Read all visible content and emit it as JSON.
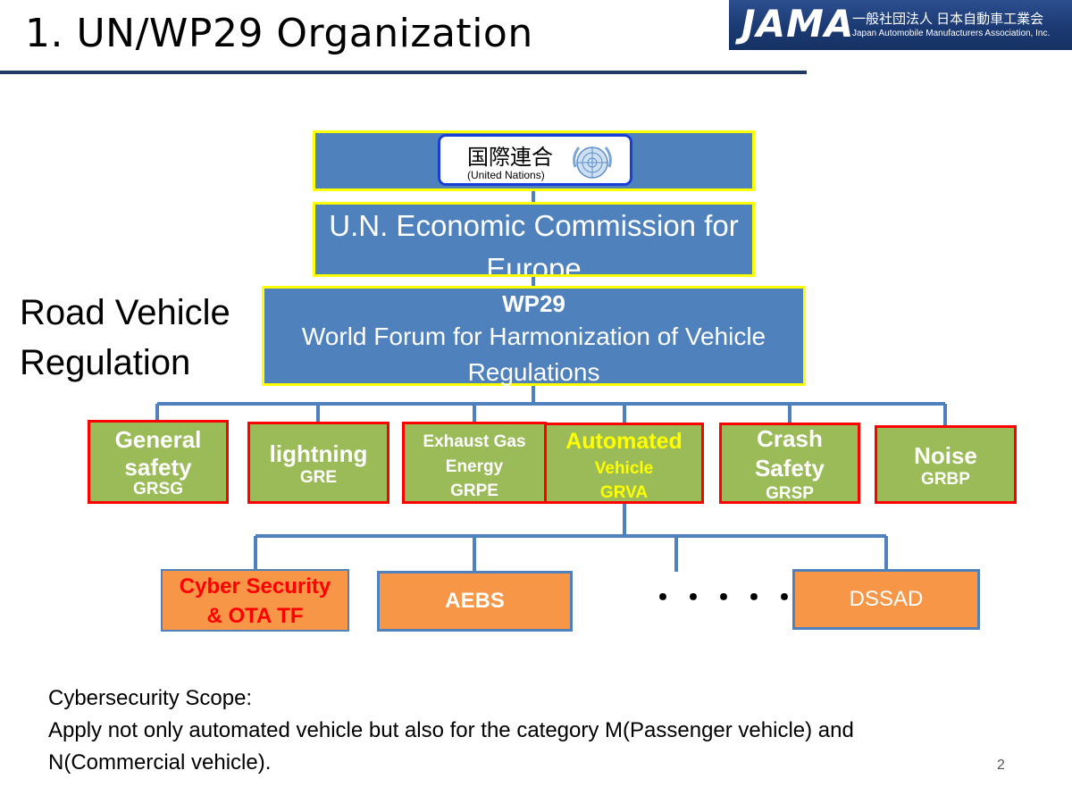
{
  "header": {
    "title": "1. UN/WP29  Organization",
    "logo_mark": "JAMA",
    "logo_jp": "一般社団法人 日本自動車工業会",
    "logo_en": "Japan Automobile Manufacturers Association, Inc."
  },
  "org": {
    "un": {
      "kanji": "国際連合",
      "sub_html": "(United Nations)"
    },
    "unece": "U.N. Economic Commission for Europe",
    "wp29": {
      "title": "WP29",
      "desc": "World Forum for Harmonization of Vehicle Regulations"
    },
    "side_label": "Road Vehicle Regulation",
    "groups": [
      {
        "label1": "General",
        "label2": "safety",
        "code": "GRSG"
      },
      {
        "label1": "lightning",
        "label2": "",
        "code": "GRE"
      },
      {
        "label1": "Exhaust Gas",
        "label2": "Energy",
        "code": "GRPE"
      },
      {
        "label1": "Automated",
        "label2": "Vehicle",
        "code": "GRVA"
      },
      {
        "label1": "Crash",
        "label2": "Safety",
        "code": "GRSP"
      },
      {
        "label1": "Noise",
        "label2": "",
        "code": "GRBP"
      }
    ],
    "subgroups": [
      {
        "label1": "Cyber Security",
        "label2": "& OTA TF"
      },
      {
        "label1": "AEBS",
        "label2": ""
      },
      {
        "label1": "DSSAD",
        "label2": ""
      }
    ],
    "ellipsis": "・・・・・"
  },
  "scope": {
    "heading": "Cybersecurity  Scope:",
    "line1": "Apply not only automated vehicle but also for the category M(Passenger vehicle) and",
    "line2": "N(Commercial vehicle)."
  },
  "page_number": "2",
  "colors": {
    "title_rule": "#1f3864",
    "blue_box": "#4f81bd",
    "box_border_yellow": "#ffff00",
    "green_box": "#9bbb59",
    "box_border_red": "#ff0000",
    "orange_box": "#f79646",
    "connector": "#4f81bd",
    "automated_text": "#ffff00",
    "cyber_text": "#ff0000"
  }
}
